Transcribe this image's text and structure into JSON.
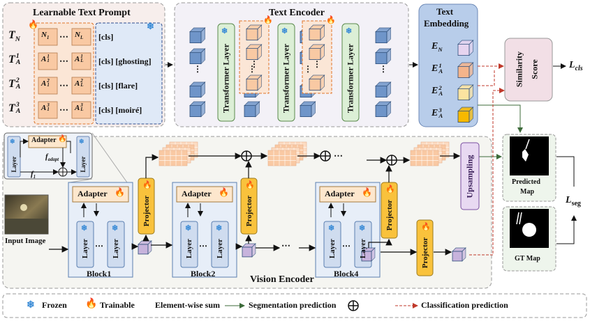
{
  "prompt": {
    "title": "Learnable Text Prompt",
    "rows": [
      {
        "label": "T_N",
        "first": "N_1",
        "last": "N_L",
        "text": "[cls]"
      },
      {
        "label": "T_A^1",
        "first": "A_1^1",
        "last": "A_L^1",
        "text": "[cls] [ghosting]"
      },
      {
        "label": "T_A^2",
        "first": "A_1^2",
        "last": "A_L^2",
        "text": "[cls] [flare]"
      },
      {
        "label": "T_A^3",
        "first": "A_1^3",
        "last": "A_L^3",
        "text": "[cls] [moiré]"
      }
    ],
    "dots": "⋯"
  },
  "text_encoder": {
    "title": "Text Encoder",
    "layer_label": "Transformer Layer"
  },
  "text_embedding": {
    "title_line1": "Text",
    "title_line2": "Embedding",
    "items": [
      {
        "label": "E_N",
        "color": "#e6d4ef"
      },
      {
        "label": "E_A^1",
        "color": "#f4b48b"
      },
      {
        "label": "E_A^2",
        "color": "#fbe3a0"
      },
      {
        "label": "E_A^3",
        "color": "#f7b900"
      }
    ]
  },
  "similarity": {
    "line1": "Similarity",
    "line2": "Score"
  },
  "losses": {
    "cls": "L_cls",
    "seg": "L_seg"
  },
  "vision_encoder": {
    "title": "Vision Encoder",
    "blocks": [
      "Block1",
      "Block2",
      "Block4"
    ],
    "adapter_label": "Adapter",
    "projector_label": "Projector",
    "layer_label": "Layer",
    "upsampling_label": "Upsampling",
    "input_label": "Input Image",
    "f_adapt": "f_adapt",
    "f1": "f_1"
  },
  "maps": {
    "predicted": [
      "Predicted",
      "Map"
    ],
    "gt": "GT Map"
  },
  "legend": {
    "frozen": "Frozen",
    "trainable": "Trainable",
    "sum": "Element-wise sum",
    "seg": "Segmentation prediction",
    "cls": "Classification prediction",
    "colors": {
      "seg": "#3d6b3a",
      "cls": "#c0392b"
    }
  }
}
